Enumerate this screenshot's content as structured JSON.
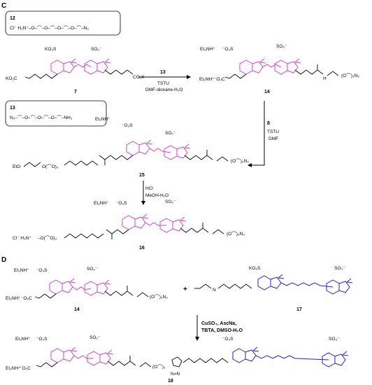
{
  "colors": {
    "magenta": "#d040d0",
    "blue": "#2222cc",
    "ink": "#000000"
  },
  "section_c": {
    "label": "C",
    "box12": {
      "num": "12",
      "text": "Cl⁻ H₃N⁺–O–⌒–O–⌒–O–⌒–O–⌒–N₃"
    },
    "box13": {
      "num": "13",
      "text": "N₃–⌒–O–⌒–O–⌒–O–⌒–NH₂"
    },
    "compound7": {
      "num": "7",
      "left_group": "KO₂C",
      "right_group": "CO₂K",
      "so3_left": "KO₃S",
      "so3_right": "SO₃⁻"
    },
    "arrow1": {
      "reagent_num": "13",
      "cond1": "TSTU",
      "cond2": "DMF-dioxane-H₂O"
    },
    "compound14": {
      "num": "14",
      "cation": "Et₃NH⁺",
      "left_group": "⁻O₂C",
      "so3_left": "⁻O₃S",
      "so3_right": "SO₃⁻",
      "cation2": "Et₃NH⁺"
    },
    "arrow2": {
      "reagent_num": "8",
      "cond1": "TSTU",
      "cond2": "DMF"
    },
    "compound15": {
      "num": "15",
      "left_group": "EtO",
      "cation": "Et₃NH⁺",
      "so3_left": "⁻O₃S",
      "so3_right": "SO₃⁻"
    },
    "arrow3": {
      "cond1": "HCl",
      "cond2": "MeOH-H₂O"
    },
    "compound16": {
      "num": "16",
      "left_group": "Cl⁻ H₃N⁺",
      "cation": "Et₃NH⁺",
      "so3_left": "⁻O₃S",
      "so3_right": "SO₃⁻"
    }
  },
  "section_d": {
    "label": "D",
    "compound14": {
      "num": "14",
      "cation": "Et₃NH⁺",
      "cation2": "Et₃NH⁺",
      "left_group": "⁻O₂C",
      "so3_left": "⁻O₃S",
      "so3_right": "SO₃⁻"
    },
    "plus": "+",
    "compound17": {
      "num": "17",
      "so3_left": "KO₃S",
      "so3_right": "SO₃⁻"
    },
    "arrow": {
      "cond1": "CuSO₄, AscNa,",
      "cond2": "TBTA, DMSO-H₂O"
    },
    "compound18": {
      "num": "18",
      "cation": "Et₃NH⁺",
      "cation2": "Et₃NH⁺",
      "left_group": "⁻O₂C",
      "so3_a": "⁻O₃S",
      "so3_b": "SO₃⁻",
      "so3_c": "⁻O₃S",
      "so3_d": "SO₃⁻"
    }
  }
}
